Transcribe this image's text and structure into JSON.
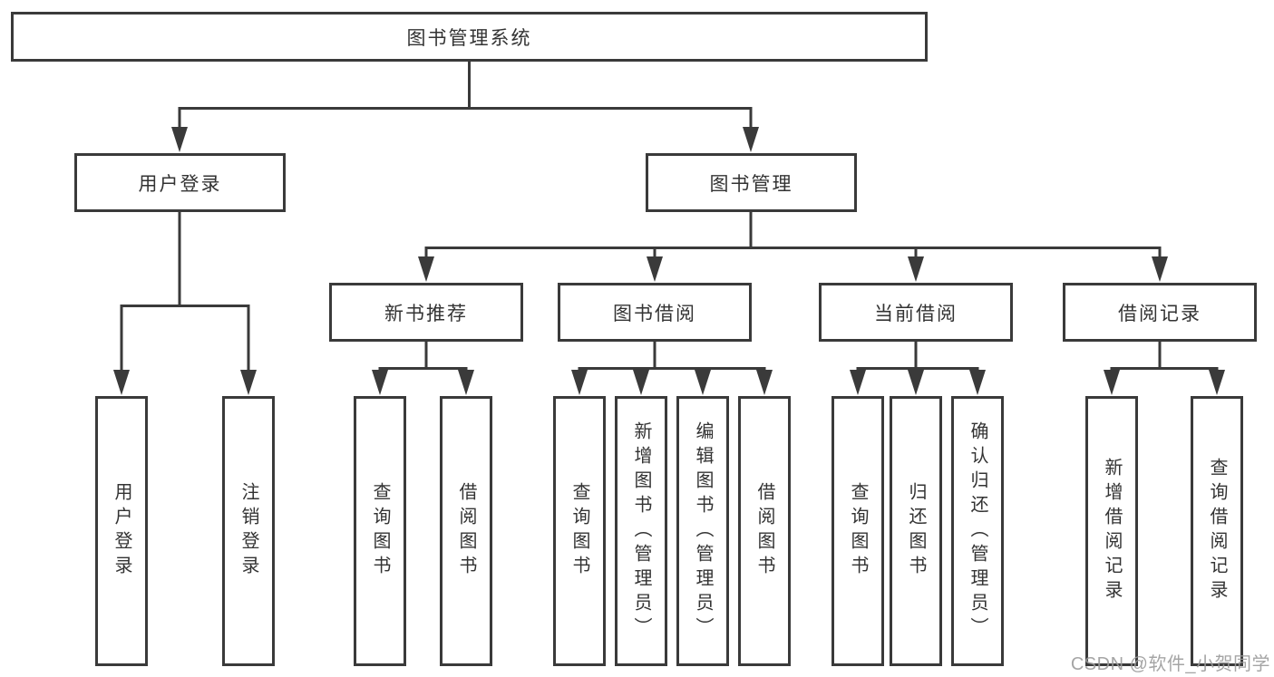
{
  "colors": {
    "background": "#ffffff",
    "line": "#3a3a3a",
    "text": "#333333",
    "watermark": "#9b9b9b"
  },
  "watermark": {
    "text": "CSDN @软件_小贺同学"
  },
  "nodes": {
    "root": "图书管理系统",
    "user_login": "用户登录",
    "book_management": "图书管理",
    "new_book_recommend": "新书推荐",
    "book_borrowing": "图书借阅",
    "current_borrowing": "当前借阅",
    "borrowing_records": "借阅记录",
    "ul_user_login": "用户登录",
    "ul_logout": "注销登录",
    "nb_query_book": "查询图书",
    "nb_borrow_book": "借阅图书",
    "bb_query_book": "查询图书",
    "bb_add_book_admin": "新增图书（管理员）",
    "bb_edit_book_admin": "编辑图书（管理员）",
    "bb_borrow_book": "借阅图书",
    "cb_query_book": "查询图书",
    "cb_return_book": "归还图书",
    "cb_confirm_return_admin": "确认归还（管理员）",
    "br_add_record": "新增借阅记录",
    "br_query_record": "查询借阅记录"
  },
  "hierarchy": {
    "图书管理系统": {
      "用户登录": [
        "用户登录",
        "注销登录"
      ],
      "图书管理": {
        "新书推荐": [
          "查询图书",
          "借阅图书"
        ],
        "图书借阅": [
          "查询图书",
          "新增图书（管理员）",
          "编辑图书（管理员）",
          "借阅图书"
        ],
        "当前借阅": [
          "查询图书",
          "归还图书",
          "确认归还（管理员）"
        ],
        "借阅记录": [
          "新增借阅记录",
          "查询借阅记录"
        ]
      }
    }
  }
}
